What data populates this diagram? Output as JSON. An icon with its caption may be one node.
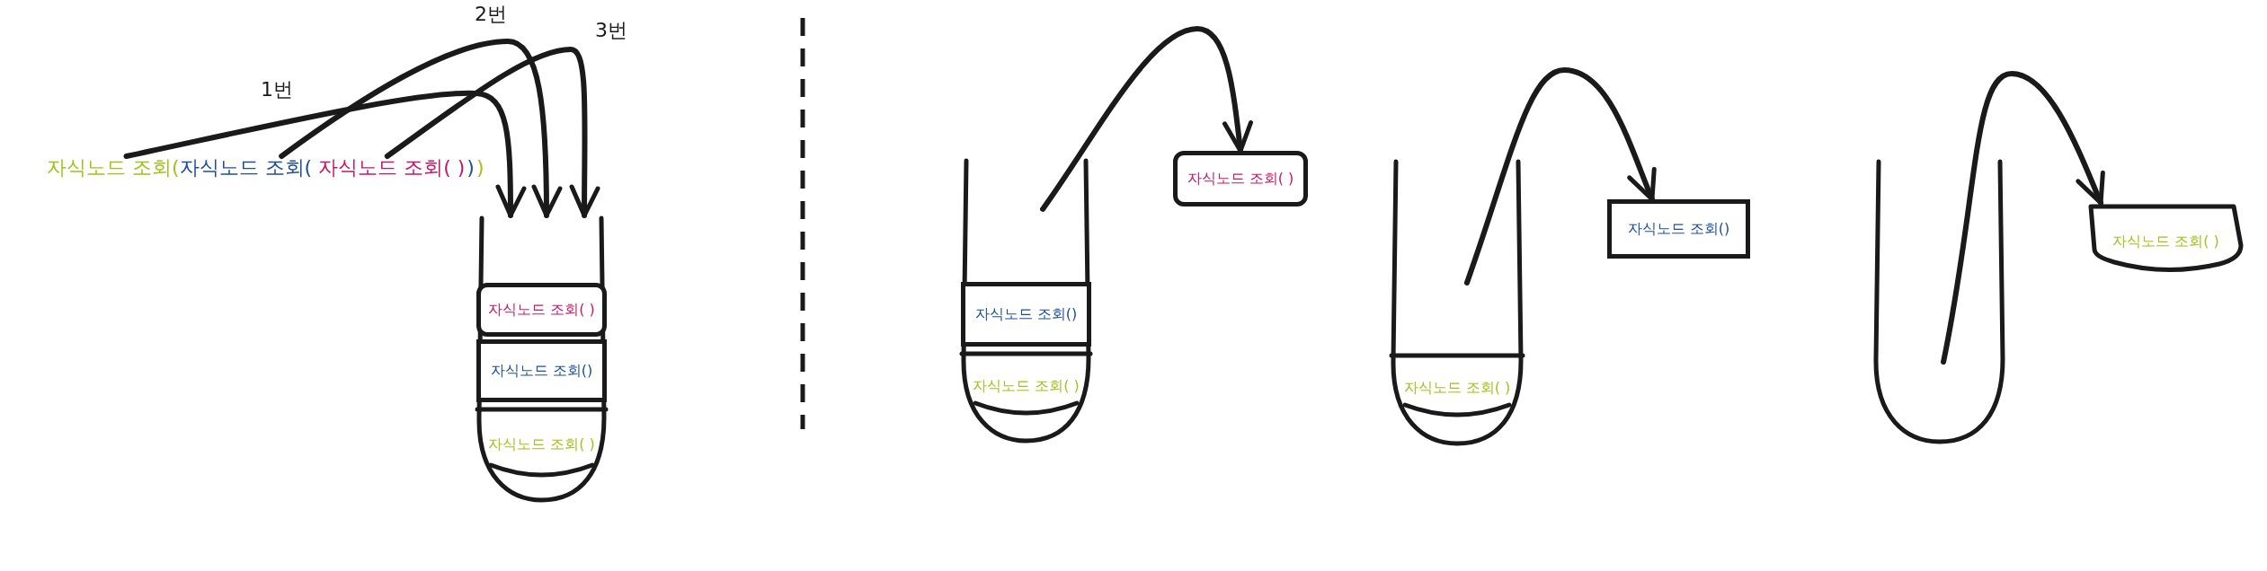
{
  "diagram": {
    "nodes": [
      {
        "text": [
          "자식노드 조회("
        ]
      },
      {
        "text": [
          "자식노드 조회("
        ]
      },
      {
        "text": [
          "자식노드 조회( )"
        ]
      },
      {
        "text": [],
        "shape": "cup"
      },
      {
        "text": [
          "자식노드 조회( )"
        ],
        "in": 3
      },
      {
        "text": [
          "자식노드 조회()"
        ],
        "in": 3
      },
      {
        "text": [
          "자식노드 조회( )"
        ],
        "in": 3
      },
      {
        "text": [],
        "shape": "cup"
      },
      {
        "text": [
          "자식노드 조회()"
        ],
        "in": 7
      },
      {
        "text": [
          "자식노드 조회( )"
        ],
        "in": 7
      },
      {
        "text": [
          "자식노드 조회( )"
        ]
      },
      {
        "text": [],
        "shape": "cup"
      },
      {
        "text": [
          "자식노드 조회( )"
        ],
        "in": 11
      },
      {
        "text": [
          "자식노드 조회()"
        ]
      },
      {
        "text": [],
        "shape": "cup"
      },
      {
        "text": [
          "자식노드 조회( )"
        ]
      }
    ],
    "edges": [
      {
        "from": 0,
        "to": 3,
        "arrow": "to",
        "label": "1번"
      },
      {
        "from": 1,
        "to": 3,
        "arrow": "to",
        "label": "2번"
      },
      {
        "from": 2,
        "to": 3,
        "arrow": "to",
        "label": "3번"
      },
      {
        "from": 7,
        "to": 10,
        "arrow": "to"
      },
      {
        "from": 11,
        "to": 13,
        "arrow": "to"
      },
      {
        "from": 14,
        "to": 15,
        "arrow": "to"
      }
    ],
    "labels": [
      ")",
      ")"
    ]
  }
}
